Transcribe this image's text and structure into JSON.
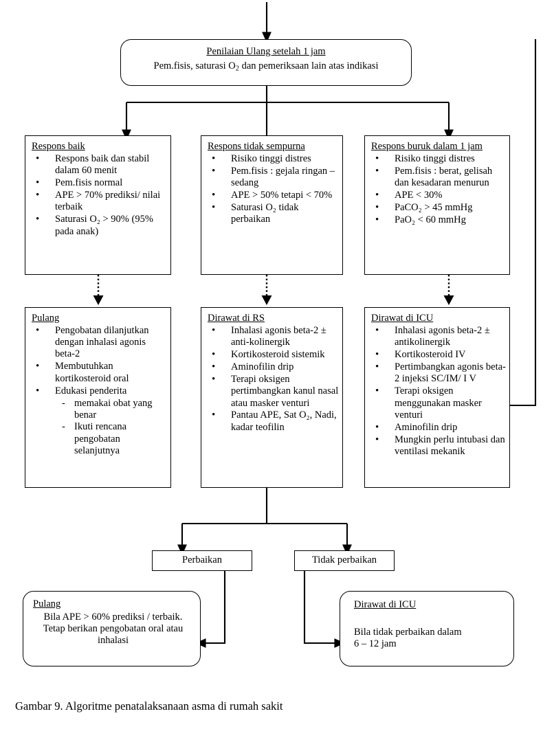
{
  "figure": {
    "caption": "Gambar 9. Algoritme penatalaksanaan asma di rumah sakit",
    "colors": {
      "line": "#000000",
      "background": "#ffffff"
    }
  },
  "nodes": {
    "reassess": {
      "title": "Penilaian Ulang  setelah  1 jam",
      "line2_a": "Pem.fisis, saturasi O",
      "line2_sub": "2",
      "line2_b": " dan pemeriksaan lain  atas indikasi"
    },
    "response_good": {
      "title": "Respons baik",
      "items": [
        "Respons baik dan stabil dalam 60 menit",
        "Pem.fisis normal",
        "APE > 70% prediksi/ nilai terbaik",
        "Saturasi O₂ > 90% (95% pada anak)"
      ]
    },
    "response_incomplete": {
      "title": "Respons tidak sempurna",
      "items": [
        "Risiko tinggi distres",
        "Pem.fisis :  gejala ringan – sedang",
        "APE > 50% tetapi < 70%",
        "Saturasi O₂ tidak perbaikan"
      ]
    },
    "response_poor": {
      "title": "Respons buruk dalam 1 jam",
      "items": [
        "Risiko tinggi distres",
        "Pem.fisis : berat, gelisah dan kesadaran menurun",
        "APE < 30%",
        "PaCO₂ > 45 mmHg",
        "PaO₂ < 60 mmHg"
      ]
    },
    "discharge": {
      "title": "Pulang",
      "items": [
        "Pengobatan dilanjutkan dengan inhalasi agonis beta-2",
        "Membutuhkan kortikosteroid oral",
        "Edukasi penderita"
      ],
      "subitems": [
        "memakai obat yang benar",
        "Ikuti rencana pengobatan selanjutnya"
      ]
    },
    "admit_hospital": {
      "title": "Dirawat di RS",
      "items": [
        "Inhalasi agonis beta-2 ± anti-kolinergik",
        "Kortikosteroid sistemik",
        "Aminofilin drip",
        "Terapi oksigen pertimbangkan kanul nasal atau masker venturi",
        "Pantau APE, Sat O₂, Nadi, kadar teofilin"
      ]
    },
    "admit_icu": {
      "title": "Dirawat di ICU",
      "items": [
        "Inhalasi agonis beta-2 ± antikolinergik",
        "Kortikosteroid IV",
        "Pertimbangkan  agonis beta-2 injeksi  SC/IM/ I V",
        "Terapi oksigen menggunakan masker venturi",
        "Aminofilin drip",
        "Mungkin perlu intubasi dan ventilasi mekanik"
      ]
    },
    "improved": {
      "label": "Perbaikan"
    },
    "not_improved": {
      "label": "Tidak perbaikan"
    },
    "discharge_final": {
      "title": "Pulang",
      "body": "Bila APE > 60% prediksi / terbaik. Tetap berikan pengobatan oral  atau inhalasi"
    },
    "icu_final": {
      "title": "Dirawat di ICU",
      "body_line1": "Bila tidak perbaikan dalam",
      "body_line2": "6 – 12 jam"
    }
  },
  "connectors": [
    {
      "name": "entry-arrow-into-reassess",
      "style": "solid"
    },
    {
      "name": "reassess-to-response-good",
      "style": "solid"
    },
    {
      "name": "reassess-to-response-incomplete",
      "style": "solid"
    },
    {
      "name": "reassess-to-response-poor",
      "style": "solid"
    },
    {
      "name": "response-good-to-discharge",
      "style": "dotted"
    },
    {
      "name": "response-incomplete-to-admit-hospital",
      "style": "dotted"
    },
    {
      "name": "response-poor-to-admit-icu",
      "style": "dotted"
    },
    {
      "name": "admit-hospital-to-improved",
      "style": "solid"
    },
    {
      "name": "admit-hospital-to-not-improved",
      "style": "solid"
    },
    {
      "name": "improved-to-discharge-final",
      "style": "solid"
    },
    {
      "name": "not-improved-to-icu-final",
      "style": "solid"
    },
    {
      "name": "right-loop-to-admit-icu",
      "style": "solid"
    }
  ]
}
